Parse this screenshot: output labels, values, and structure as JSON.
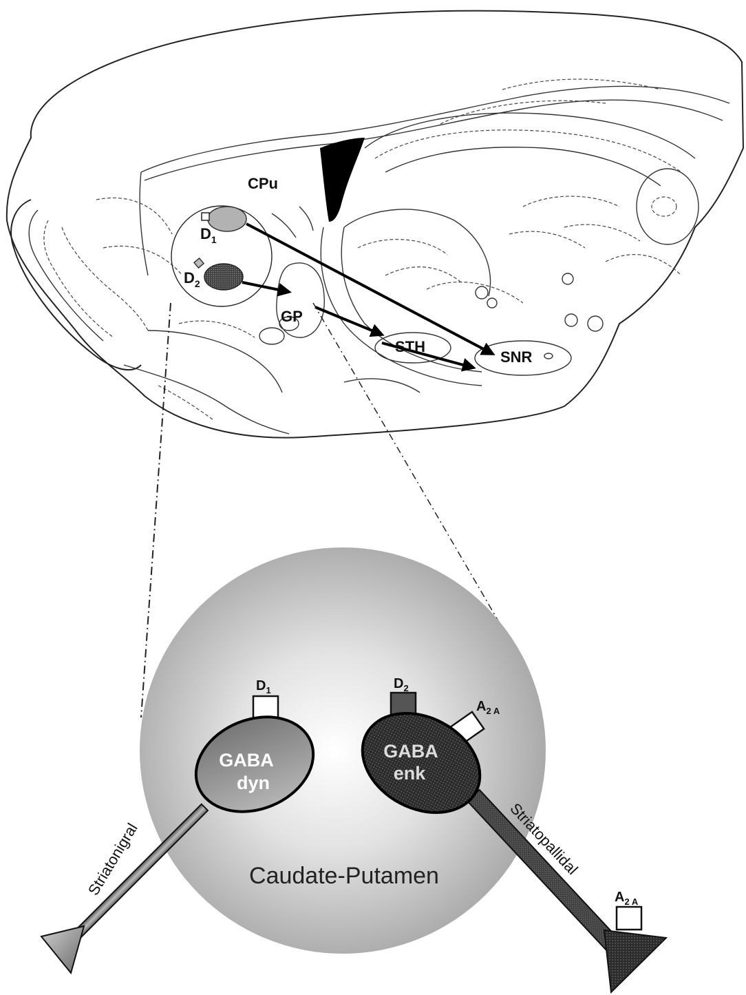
{
  "brain": {
    "labels": {
      "cpu": "CPu",
      "d1": "D",
      "d1_sub": "1",
      "d2": "D",
      "d2_sub": "2",
      "gp": "GP",
      "sth": "STH",
      "snr": "SNR"
    }
  },
  "inset": {
    "region_label": "Caudate-Putamen",
    "neuron_left": {
      "line1": "GABA",
      "line2": "dyn",
      "receptor": "D",
      "receptor_sub": "1",
      "pathway": "Striatonigral"
    },
    "neuron_right": {
      "line1": "GABA",
      "line2": "enk",
      "receptor": "D",
      "receptor_sub": "2",
      "receptor2": "A",
      "receptor2_sub": "2 A",
      "pathway": "Striatopallidal"
    },
    "terminal_receptor": "A",
    "terminal_receptor_sub": "2 A"
  },
  "colors": {
    "background": "#ffffff",
    "outline": "#222222",
    "sphere_center": "#ffffff",
    "sphere_edge": "#a8a8a8",
    "dyn_neuron": "#8f8f8f",
    "enk_neuron": "#3a3a3a",
    "arrow": "#000000"
  }
}
